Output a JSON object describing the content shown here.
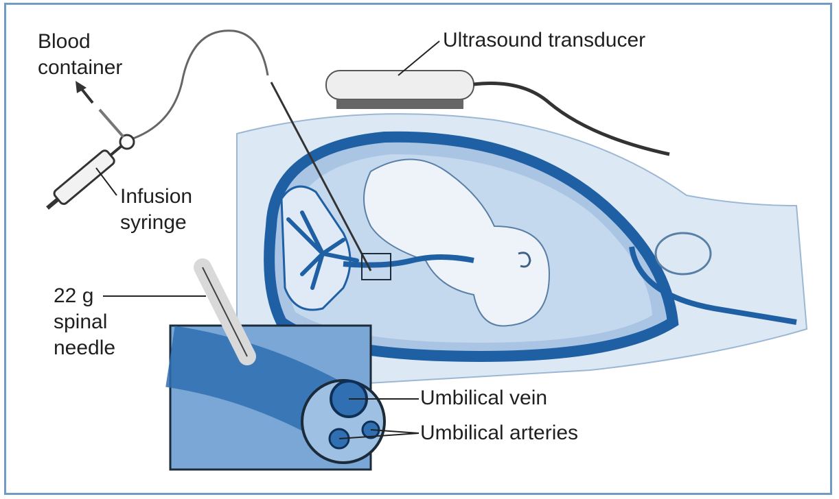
{
  "labels": {
    "blood_container": [
      "Blood",
      "container"
    ],
    "ultrasound_transducer": "Ultrasound transducer",
    "infusion_syringe": [
      "Infusion",
      "syringe"
    ],
    "spinal_needle": [
      "22 g",
      "spinal",
      "needle"
    ],
    "umbilical_vein": "Umbilical vein",
    "umbilical_arteries": "Umbilical arteries"
  },
  "colors": {
    "frame_border": "#6f9bc4",
    "deep_blue": "#1f5fa3",
    "mid_blue": "#3f7fc1",
    "pale_blue": "#dce8f4",
    "text": "#1f1f1f"
  }
}
